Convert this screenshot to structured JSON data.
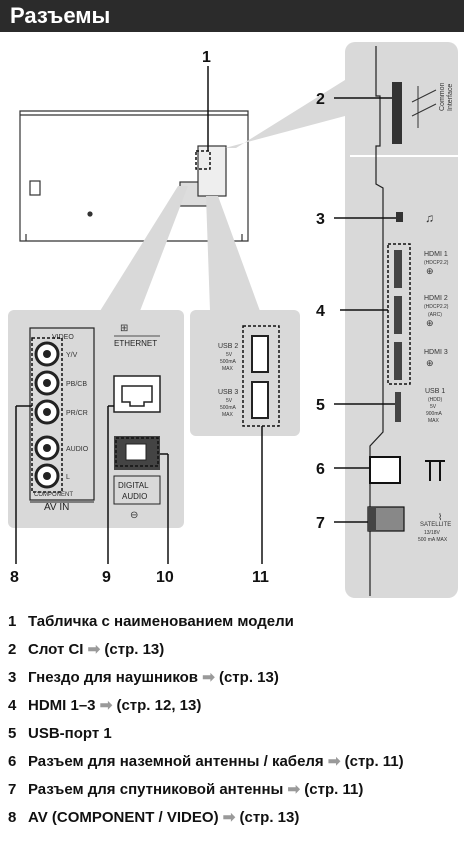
{
  "header": {
    "title": "Разъемы"
  },
  "callouts": [
    "1",
    "2",
    "3",
    "4",
    "5",
    "6",
    "7",
    "8",
    "9",
    "10",
    "11"
  ],
  "panel": {
    "ci_label_1": "Common",
    "ci_label_2": "Interface",
    "hdmi1": [
      "HDMI 1",
      "(HDCP2.2)"
    ],
    "hdmi2": [
      "HDMI 2",
      "(HDCP2.2)",
      "(ARC)"
    ],
    "hdmi3": "HDMI 3",
    "usb1": [
      "USB 1",
      "(HDD)",
      "5V",
      "900mA",
      "MAX"
    ],
    "satellite": [
      "SATELLITE",
      "13/18V",
      "500 mA MAX"
    ]
  },
  "usb_box": {
    "usb2": [
      "USB 2",
      "5V",
      "500mA",
      "MAX"
    ],
    "usb3": [
      "USB 3",
      "5V",
      "500mA",
      "MAX"
    ]
  },
  "eth_box": {
    "ethernet": "ETHERNET",
    "digital_audio": [
      "DIGITAL",
      "AUDIO"
    ]
  },
  "av_box": {
    "video_label": "VIDEO",
    "jack_labels": [
      "Y/V",
      "PB/CB",
      "PR/CR",
      "AUDIO",
      "L"
    ],
    "component": "COMPONENT",
    "av_in": "AV IN"
  },
  "legend": [
    {
      "num": "1",
      "text": "Табличка с наименованием модели"
    },
    {
      "num": "2",
      "text": "Слот CI",
      "ref": "(стр. 13)"
    },
    {
      "num": "3",
      "text": "Гнездо для наушников",
      "ref": "(стр. 13)"
    },
    {
      "num": "4",
      "text": "HDMI 1–3",
      "ref": "(стр. 12, 13)"
    },
    {
      "num": "5",
      "text": "USB-порт 1"
    },
    {
      "num": "6",
      "text": "Разъем для наземной антенны / кабеля",
      "ref": "(стр. 11)"
    },
    {
      "num": "7",
      "text": "Разъем для спутниковой антенны",
      "ref": "(стр. 11)"
    },
    {
      "num": "8",
      "text": "AV (COMPONENT / VIDEO)",
      "ref": "(стр. 13)"
    }
  ],
  "arrow_glyph": "➡"
}
